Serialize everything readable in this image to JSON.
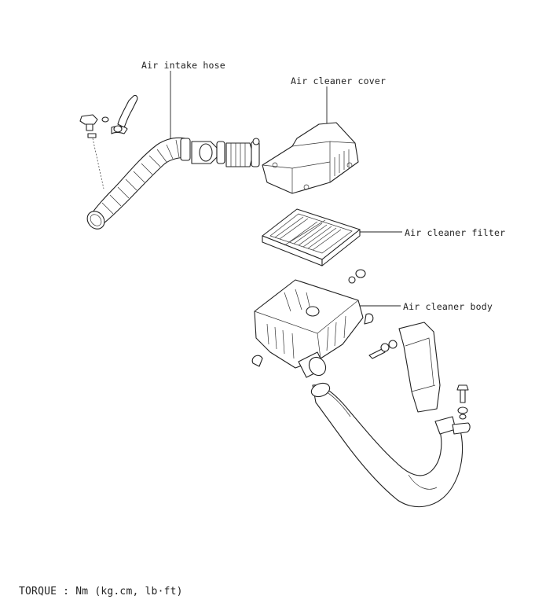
{
  "labels": {
    "air_intake_hose": "Air intake hose",
    "air_cleaner_cover": "Air cleaner cover",
    "air_cleaner_filter": "Air cleaner filter",
    "air_cleaner_body": "Air cleaner body"
  },
  "footer": {
    "torque_units": "TORQUE : Nm (kg.cm, lb·ft)"
  }
}
